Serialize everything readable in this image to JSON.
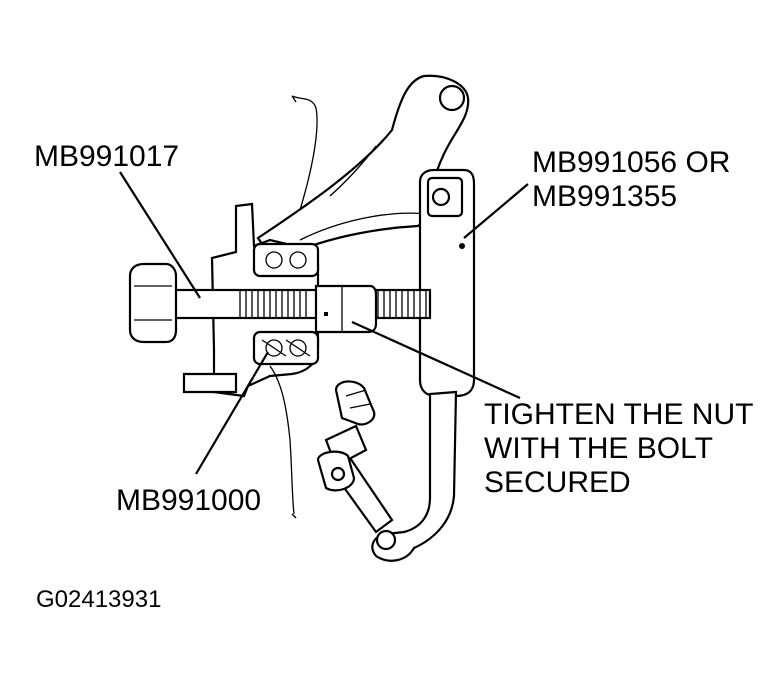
{
  "figure": {
    "labels": {
      "tool_mb991017": "MB991017",
      "tool_mb991056": "MB991056 OR",
      "tool_mb991355": "MB991355",
      "instruction_line1": "TIGHTEN THE NUT",
      "instruction_line2": "WITH THE BOLT",
      "instruction_line3": "SECURED",
      "tool_mb991000": "MB991000",
      "figure_code": "G02413931"
    }
  }
}
